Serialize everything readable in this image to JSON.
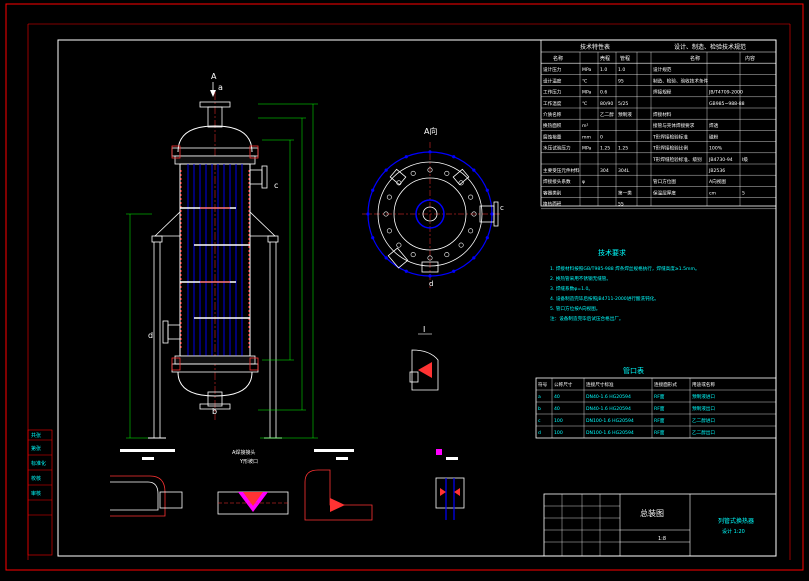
{
  "views": {
    "top_arrow_label": "A",
    "nozzle_a": "a",
    "nozzle_b": "b",
    "nozzle_c": "c",
    "nozzle_d": "d",
    "a_view_title": "A向",
    "a_view_nozzle_c": "c",
    "a_view_nozzle_d": "d",
    "detail_i": "I",
    "weld_title": "A焊接接头",
    "weld_subtitle": "Y形坡口"
  },
  "design_table": {
    "title_left": "技术特性表",
    "title_right": "设计、制造、检验技术规范",
    "header": [
      "名称",
      "壳程",
      "管程",
      "名称",
      "内容"
    ],
    "rows": [
      {
        "left": [
          "设计压力",
          "MPa",
          "1.0",
          "1.0"
        ],
        "right": [
          "设计规范",
          "",
          ""
        ]
      },
      {
        "left": [
          "设计温度",
          "℃",
          "",
          "95"
        ],
        "right": [
          "制造、检验、验收技术条件",
          "",
          ""
        ]
      },
      {
        "left": [
          "工作压力",
          "MPa",
          "0.6",
          ""
        ],
        "right": [
          "焊接规程",
          "JB/T4709-2000",
          ""
        ]
      },
      {
        "left": [
          "工作温度",
          "℃",
          "80/90",
          "5/25"
        ],
        "right": [
          "",
          "GB985~988-88",
          ""
        ]
      },
      {
        "left": [
          "介质名称",
          "",
          "乙二醇",
          "预制液"
        ],
        "right": [
          "焊接材料",
          "",
          ""
        ]
      },
      {
        "left": [
          "换热面积",
          "m²",
          "",
          ""
        ],
        "right": [
          "接管与壳体焊接要求",
          "焊透",
          ""
        ]
      },
      {
        "left": [
          "腐蚀裕量",
          "mm",
          "0",
          ""
        ],
        "right": [
          "T形焊接检验标准",
          "磁粉",
          ""
        ]
      },
      {
        "left": [
          "水压试验压力",
          "MPa",
          "1.25",
          "1.25"
        ],
        "right": [
          "T形焊接检验比例",
          "100%",
          ""
        ]
      },
      {
        "left": [
          "",
          "",
          "",
          ""
        ],
        "right": [
          "T形焊缝检验标准、级别",
          "JB4730-94",
          "Ⅰ级"
        ]
      },
      {
        "left": [
          "主要受压元件材料",
          "",
          "304",
          "304L"
        ],
        "right": [
          "",
          "JB2536",
          ""
        ]
      },
      {
        "left": [
          "焊接接头系数",
          "φ",
          "",
          ""
        ],
        "right": [
          "管口方位图",
          "A向视图",
          ""
        ]
      },
      {
        "left": [
          "容器类别",
          "",
          "",
          "第一类"
        ],
        "right": [
          "保温层厚度",
          "cm",
          "5"
        ]
      },
      {
        "left": [
          "换热面积",
          "",
          "",
          "55"
        ],
        "right": [
          "",
          "",
          ""
        ]
      }
    ]
  },
  "tech_req": {
    "title": "技术要求",
    "items": [
      "1. 焊接材料按照GB/T985-988 焊条焊丝规格执行，焊缝高度≥1.5mm。",
      "2. 换热管采用不锈钢无缝管。",
      "3. 焊缝系数φ=1.0。",
      "4. 设备制造完毕后按照JB4711-2000进行酸洗钝化。",
      "5. 管口方位按A向视图。",
      "注：设备制造完毕后试压合格出厂。"
    ]
  },
  "nozzle_table": {
    "title": "管口表",
    "header": [
      "符号",
      "公称尺寸",
      "连接尺寸标准",
      "连接面形式",
      "用途或名称"
    ],
    "rows": [
      [
        "a",
        "40",
        "DN40-1.6 HG20594",
        "RF面",
        "预制液进口"
      ],
      [
        "b",
        "40",
        "DN40-1.6 HG20594",
        "RF面",
        "预制液出口"
      ],
      [
        "c",
        "100",
        "DN100-1.6 HG20594",
        "RF面",
        "乙二醇进口"
      ],
      [
        "d",
        "100",
        "DN100-1.6 HG20594",
        "RF面",
        "乙二醇出口"
      ]
    ]
  },
  "title_block": {
    "drawing_name": "总装图",
    "equipment": "列管式换热器",
    "spec": "设计 1:20",
    "scale": "1:8"
  },
  "left_strip": [
    "共张",
    "第张",
    "标准化",
    "校核",
    "审核"
  ],
  "colors": {
    "border": "#ff0000",
    "outline": "#ffffff",
    "tubes": "#0000ff",
    "dimension": "#00ff00",
    "text": "#00ffff",
    "hatch": "#ff00ff",
    "center": "#ff3333"
  }
}
